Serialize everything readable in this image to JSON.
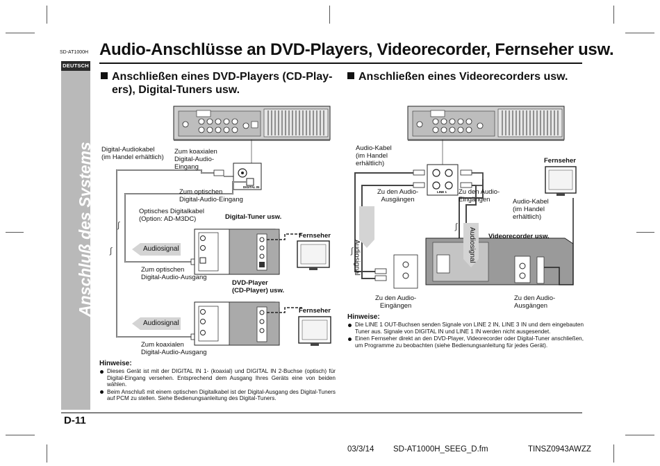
{
  "header": {
    "model_code": "SD-AT1000H",
    "title": "Audio-Anschlüsse an DVD-Players, Videorecorder, Fernseher usw."
  },
  "sidebar": {
    "language_badge": "DEUTSCH",
    "title": "Anschluß des Systems",
    "subtitle": "- Audio-Anschlüsse an DVD-Players, Videorecorder, Fernseher usw. -"
  },
  "left_section": {
    "heading_line1": "Anschließen eines DVD-Players (CD-Play-",
    "heading_line2": "ers), Digital-Tuners usw.",
    "labels": {
      "digital_cable_1": "Digital-Audiokabel",
      "digital_cable_2": "(im Handel erhältlich)",
      "coax_in_1": "Zum koaxialen",
      "coax_in_2": "Digital-Audio-",
      "coax_in_3": "Eingang",
      "optical_in_1": "Zum optischen",
      "optical_in_2": "Digital-Audio-Eingang",
      "optical_cable_1": "Optisches Digitalkabel",
      "optical_cable_2": "(Option: AD-M3DC)",
      "digital_tuner": "Digital-Tuner usw.",
      "tv_1": "Fernseher",
      "audio_signal_1": "Audiosignal",
      "optical_out_1": "Zum optischen",
      "optical_out_2": "Digital-Audio-Ausgang",
      "dvd_player_1": "DVD-Player",
      "dvd_player_2": "(CD-Player) usw.",
      "tv_2": "Fernseher",
      "audio_signal_2": "Audiosignal",
      "coax_out_1": "Zum koaxialen",
      "coax_out_2": "Digital-Audio-Ausgang",
      "digital_in_jack": "DIGITAL IN"
    },
    "notes_heading": "Hinweise:",
    "notes": [
      "Dieses Gerät ist mit der DIGITAL IN 1- (koaxial) und DIGITAL IN 2-Buchse (optisch) für Digital-Eingang versehen. Entsprechend dem Ausgang Ihres Geräts eine von beiden wählen.",
      "Beim Anschluß mit einem optischen Digitalkabel ist der Digital-Ausgang des Digital-Tuners auf PCM zu stellen. Siehe Bedienungsanleitung des Digital-Tuners."
    ]
  },
  "right_section": {
    "heading": "Anschließen eines Videorecorders usw.",
    "labels": {
      "audio_cable_1": "Audio-Kabel",
      "audio_cable_2": "(im Handel",
      "audio_cable_3": "erhältlich)",
      "tv": "Fernseher",
      "to_audio_out_1a": "Zu den Audio-",
      "to_audio_out_1b": "Ausgängen",
      "to_audio_in_1a": "Zu den Audio-",
      "to_audio_in_1b": "Eingängen",
      "audio_cable_b1": "Audio-Kabel",
      "audio_cable_b2": "(im Handel",
      "audio_cable_b3": "erhältlich)",
      "vcr": "Videorecorder usw.",
      "audio_signal_1": "Audiosignal",
      "audio_signal_2": "Audiosignal",
      "to_audio_in_2a": "Zu den Audio-",
      "to_audio_in_2b": "Eingängen",
      "to_audio_out_2a": "Zu den Audio-",
      "to_audio_out_2b": "Ausgängen",
      "line_1": "LINE 1"
    },
    "notes_heading": "Hinweise:",
    "notes": [
      "Die LINE 1 OUT-Buchsen senden Signale von LINE 2 IN, LINE 3 IN und dem eingebauten Tuner aus. Signale von DIGITAL IN und LINE 1 IN werden nicht ausgesendet.",
      "Einen Fernseher direkt an den DVD-Player, Videorecorder oder Digital-Tuner anschließen, um Programme zu beobachten (siehe Bedienungsanleitung für jedes Gerät)."
    ]
  },
  "footer": {
    "page_number": "D-11",
    "date": "03/3/14",
    "file": "SD-AT1000H_SEEG_D.fm",
    "doc_code": "TINSZ0943AWZZ"
  }
}
